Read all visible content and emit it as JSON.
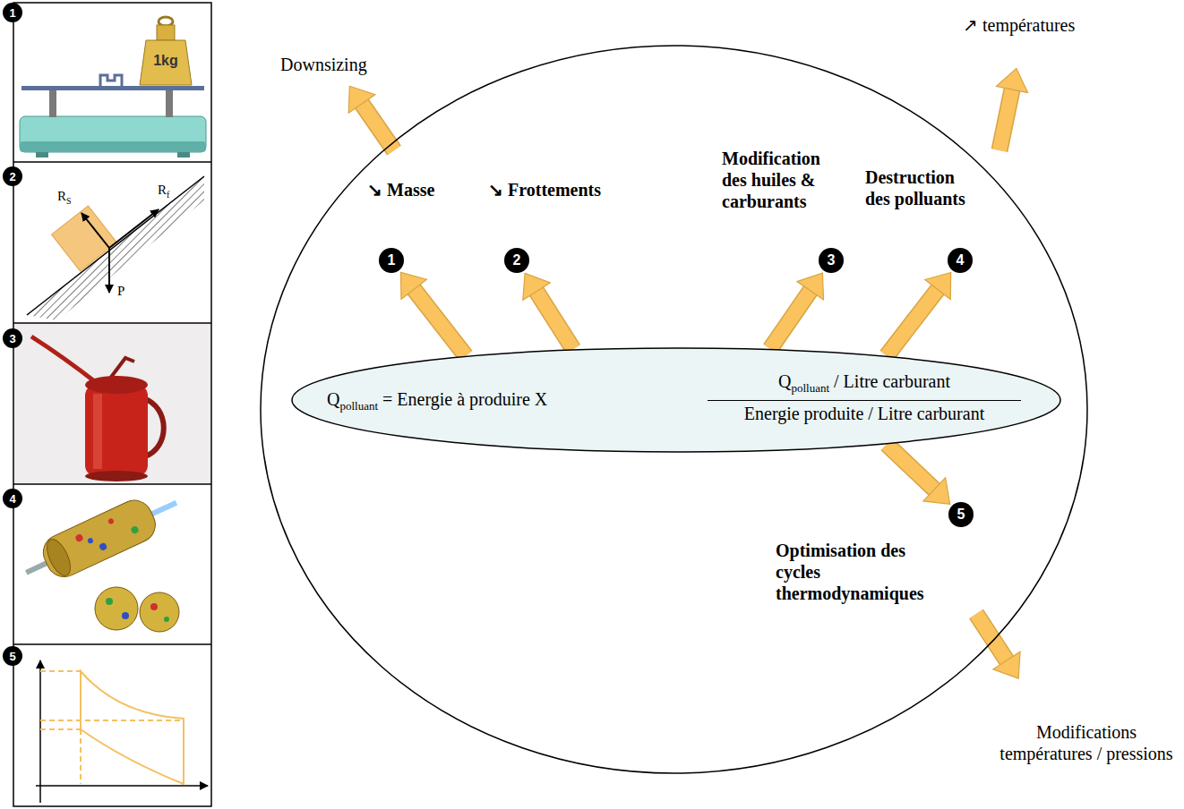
{
  "diagram": {
    "nodes": [
      {
        "text": [
          "↘ Masse",
          "↘ Frottements",
          "Modification des huiles & carburants",
          "Destruction des polluants",
          "Optimisation des cycles thermodynamiques"
        ]
      },
      {
        "text": [
          "1"
        ],
        "in": 0
      },
      {
        "text": [
          "2"
        ],
        "in": 0
      },
      {
        "text": [
          "3"
        ],
        "in": 0
      },
      {
        "text": [
          "4"
        ],
        "in": 0
      },
      {
        "text": [
          "Q",
          "polluant",
          "= Energie à produire X",
          "Q",
          "polluant",
          "/ Litre carburant",
          "Energie produite / Litre carburant"
        ],
        "in": 0
      },
      {
        "text": [
          "5"
        ],
        "in": 0
      },
      {
        "text": [
          "1"
        ]
      },
      {
        "text": [
          "2"
        ]
      },
      {
        "text": [
          "3"
        ]
      },
      {
        "text": [
          "4"
        ]
      },
      {
        "text": [
          "5"
        ]
      }
    ],
    "edges": [
      {
        "from": 5,
        "to": 1,
        "arrow": "to"
      },
      {
        "from": 5,
        "to": 2,
        "arrow": "to"
      },
      {
        "from": 5,
        "to": 3,
        "arrow": "to"
      },
      {
        "from": 5,
        "to": 4,
        "arrow": "to"
      },
      {
        "from": 5,
        "to": 6,
        "arrow": "to"
      }
    ],
    "labels": [
      "Downsizing",
      "↗ températures",
      "Modifications températures / pressions",
      "1kg",
      "R",
      "S",
      "R",
      "f",
      "P"
    ]
  }
}
